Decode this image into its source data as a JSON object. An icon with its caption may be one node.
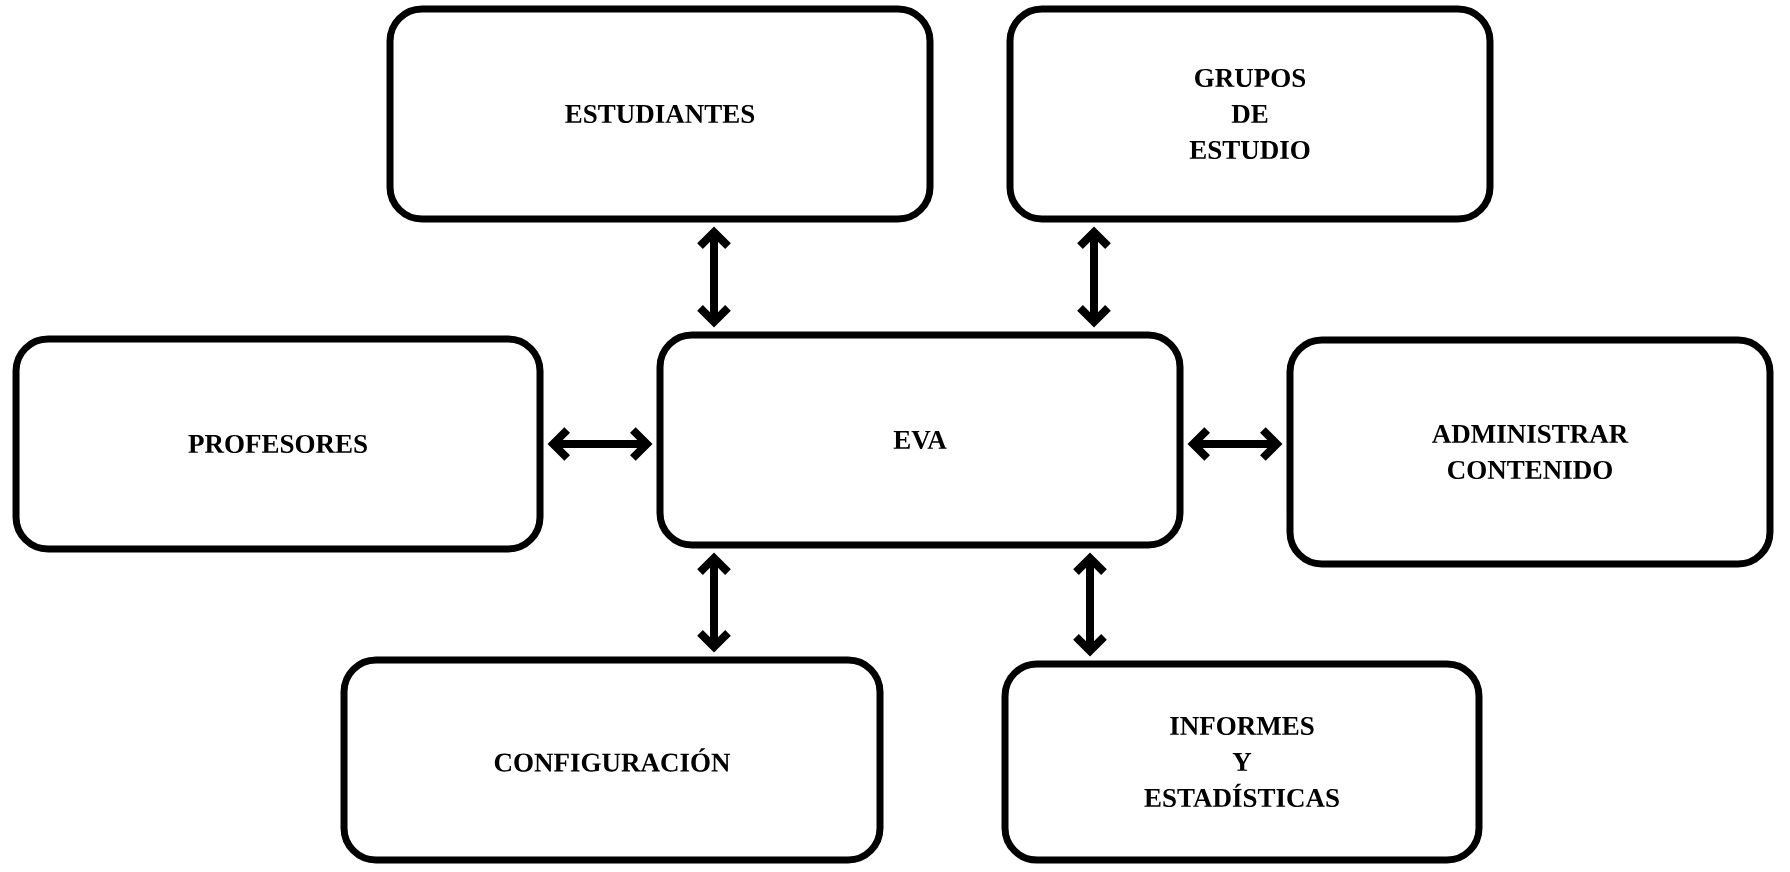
{
  "diagram": {
    "nodes": [
      {
        "text": [
          "ESTUDIANTES"
        ]
      },
      {
        "text": [
          "GRUPOS DE ESTUDIO"
        ]
      },
      {
        "text": [
          "PROFESORES"
        ]
      },
      {
        "text": [
          "EVA"
        ]
      },
      {
        "text": [
          "ADMINISTRAR CONTENIDO"
        ]
      },
      {
        "text": [
          "CONFIGURACIÓN"
        ]
      },
      {
        "text": [
          "INFORMES Y ESTADÍSTICAS"
        ]
      }
    ],
    "edges": [
      {
        "from": 3,
        "to": 0,
        "arrow": "both"
      },
      {
        "from": 3,
        "to": 1,
        "arrow": "both"
      },
      {
        "from": 2,
        "to": 3,
        "arrow": "both"
      },
      {
        "from": 3,
        "to": 4,
        "arrow": "both"
      },
      {
        "from": 3,
        "to": 5,
        "arrow": "both"
      },
      {
        "from": 3,
        "to": 6,
        "arrow": "both"
      }
    ]
  }
}
